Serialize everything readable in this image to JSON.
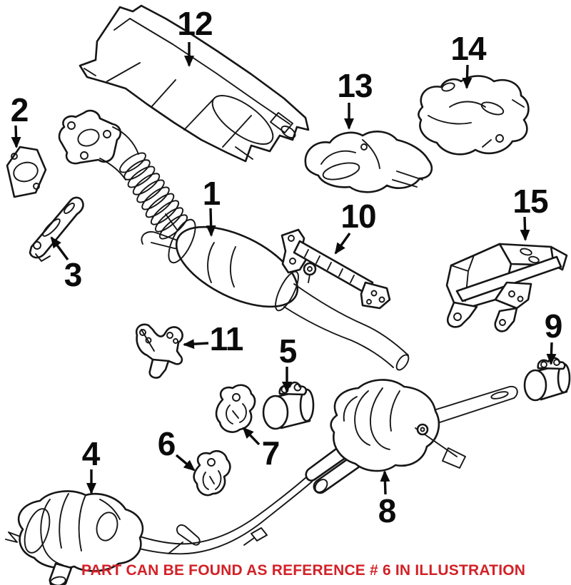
{
  "diagram": {
    "kind": "exhaust-system-parts-illustration",
    "callouts": [
      {
        "number": "1",
        "part": "front-pipe-with-catalytic-converter"
      },
      {
        "number": "2",
        "part": "exhaust-gasket"
      },
      {
        "number": "3",
        "part": "support-bracket"
      },
      {
        "number": "4",
        "part": "rear-muffler-left"
      },
      {
        "number": "5",
        "part": "exhaust-clamp"
      },
      {
        "number": "6",
        "part": "rubber-exhaust-hanger"
      },
      {
        "number": "7",
        "part": "rubber-exhaust-hanger"
      },
      {
        "number": "8",
        "part": "rear-muffler-right"
      },
      {
        "number": "9",
        "part": "exhaust-clamp"
      },
      {
        "number": "10",
        "part": "mounting-bracket-rail"
      },
      {
        "number": "11",
        "part": "mounting-bracket"
      },
      {
        "number": "12",
        "part": "heat-shield-front"
      },
      {
        "number": "13",
        "part": "heat-shield-center"
      },
      {
        "number": "14",
        "part": "heat-shield-rear"
      },
      {
        "number": "15",
        "part": "heat-shield-bracket"
      }
    ],
    "caption": "PART CAN BE FOUND AS REFERENCE # 6 IN ILLUSTRATION",
    "colors": {
      "caption": "#d32127",
      "line_art": "#161616",
      "background": "#ffffff"
    }
  }
}
